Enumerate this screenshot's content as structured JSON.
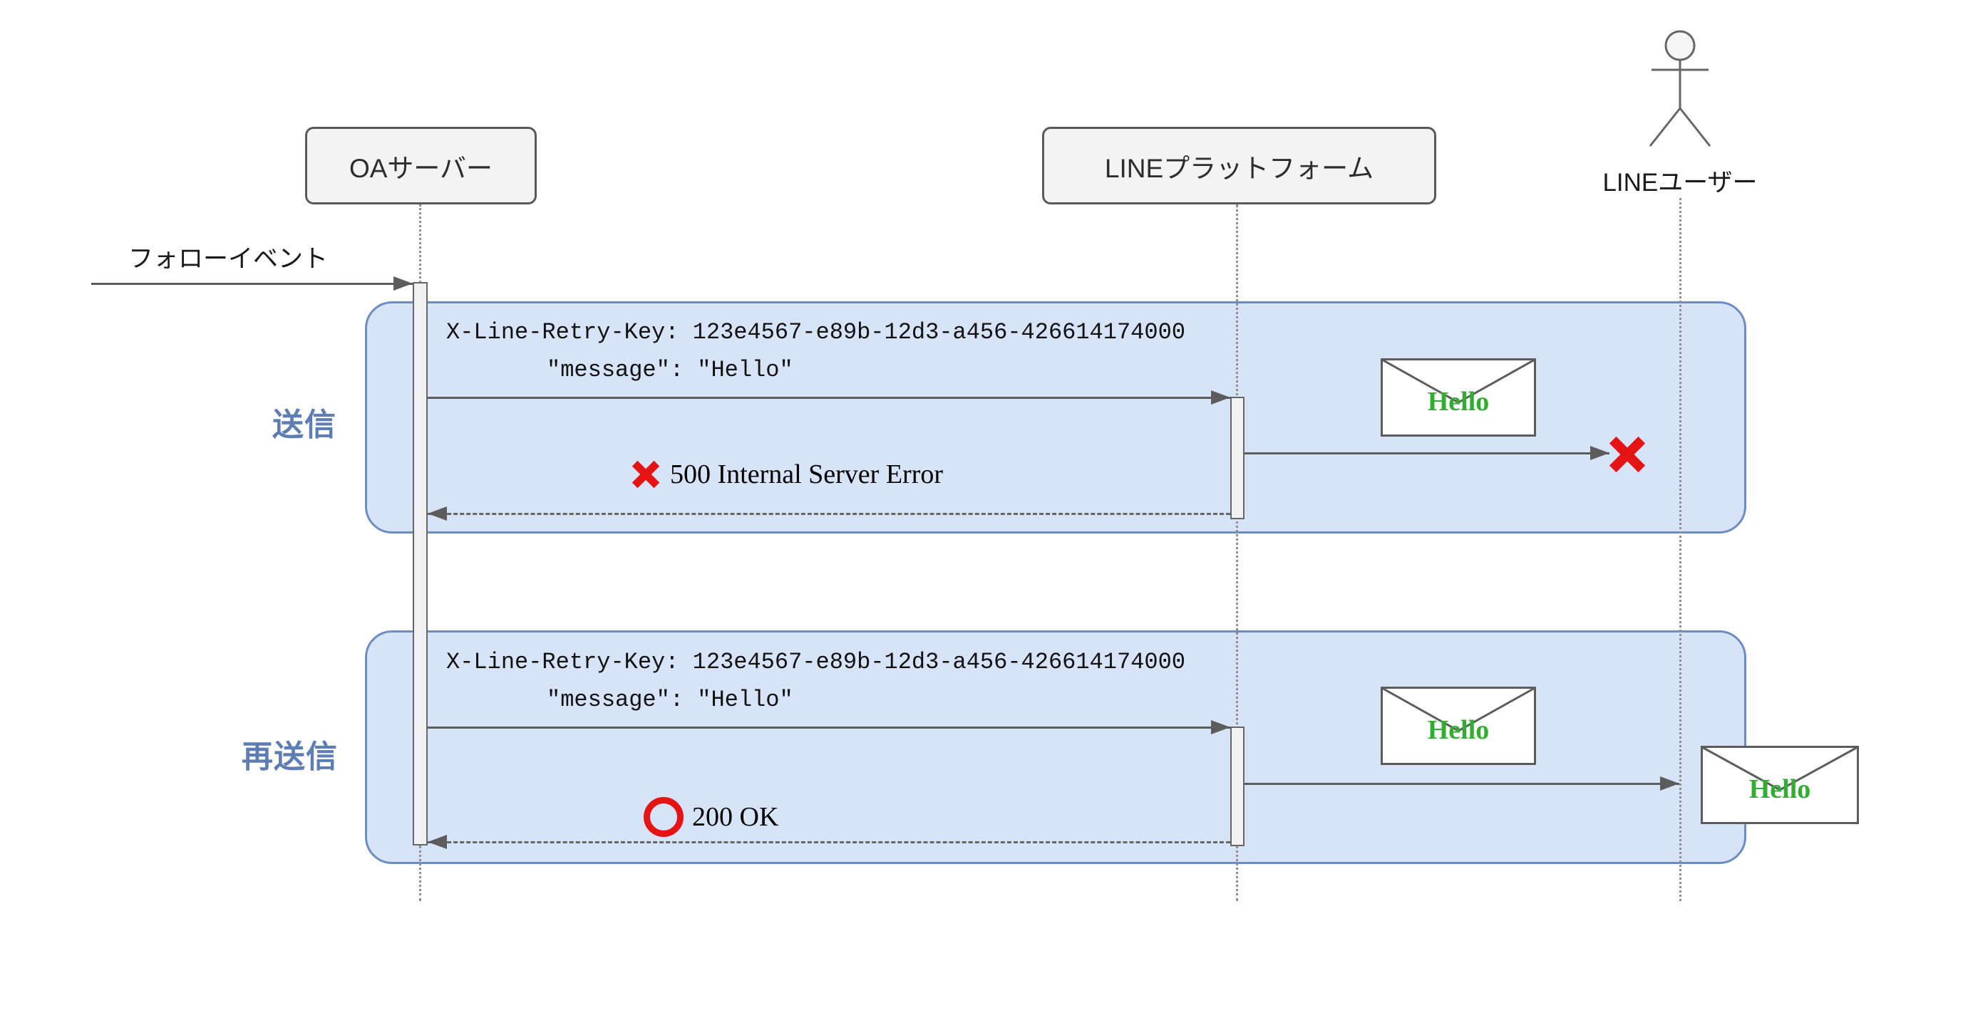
{
  "diagram": {
    "participants": {
      "oa_server": "OAサーバー",
      "line_platform": "LINEプラットフォーム",
      "line_user": "LINEユーザー"
    },
    "incoming_event_label": "フォローイベント",
    "fragments": [
      {
        "label": "送信",
        "header_line1": "X-Line-Retry-Key: 123e4567-e89b-12d3-a456-426614174000",
        "header_line2": "\"message\": \"Hello\"",
        "platform_envelope_text": "Hello",
        "result_icon": "cross-mark",
        "response_label": "500 Internal Server Error"
      },
      {
        "label": "再送信",
        "header_line1": "X-Line-Retry-Key: 123e4567-e89b-12d3-a456-426614174000",
        "header_line2": "\"message\": \"Hello\"",
        "platform_envelope_text": "Hello",
        "user_envelope_text": "Hello",
        "result_icon": "ok-circle",
        "response_label": "200 OK"
      }
    ],
    "colors": {
      "fragment_fill": "#d7e3f7",
      "fragment_border": "#6d8dc0",
      "fragment_label_blue": "#5d7db3",
      "envelope_text_green": "#2fae2f",
      "status_red": "#e41414",
      "stroke_gray": "#5c5c5c"
    }
  }
}
